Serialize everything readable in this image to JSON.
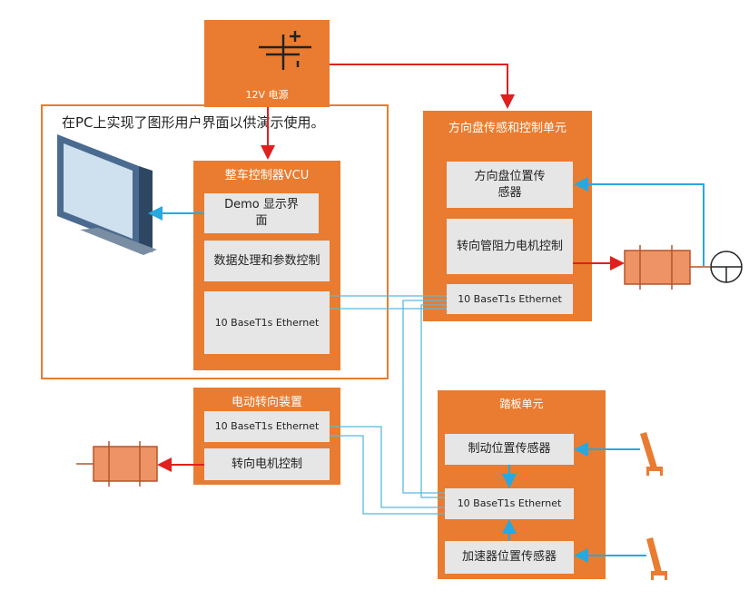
{
  "power": {
    "label": "12V 电源"
  },
  "pc_note": "在PC上实现了图形用户界面以供演示使用。",
  "vcu": {
    "title": "整车控制器VCU",
    "demo": "Demo 显示界面",
    "data": "数据处理和参数控制",
    "eth": "10 BaseT1s Ethernet"
  },
  "steer": {
    "title": "方向盘传感和控制单元",
    "pos": "方向盘位置传感器",
    "motor": "转向管阻力电机控制",
    "eth": "10 BaseT1s Ethernet"
  },
  "eps": {
    "title": "电动转向装置",
    "eth": "10 BaseT1s Ethernet",
    "motor": "转向电机控制"
  },
  "pedal": {
    "title": "踏板单元",
    "brake": "制动位置传感器",
    "eth": "10 BaseT1s Ethernet",
    "accel": "加速器位置传感器"
  },
  "colors": {
    "orange": "#e97c30",
    "red": "#e0201e",
    "blue": "#27a8e0"
  }
}
